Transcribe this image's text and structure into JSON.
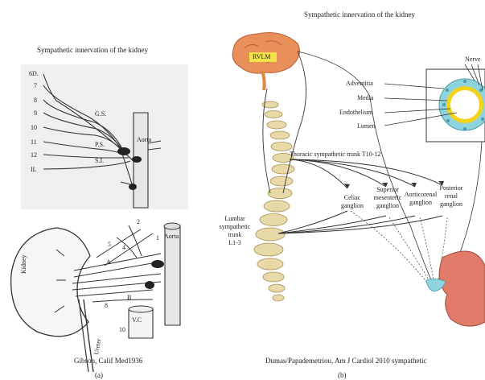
{
  "panel_a": {
    "title": "Sympathetic innervation of the kidney",
    "spine_levels": [
      "6D.",
      "7",
      "8",
      "9",
      "10",
      "11",
      "12",
      "IL"
    ],
    "nerve_labels": {
      "gs": "G.S.",
      "ps": "P.S.",
      "si": "S.I.",
      "aorta_top": "Aorta"
    },
    "lower_labels": {
      "aorta": "Aorta",
      "kidney": "Kidney",
      "vc": "V.C",
      "ureter": "Ureter",
      "a": "A",
      "b": "B",
      "n1": "1",
      "n2": "2",
      "n4": "4",
      "n5": "5",
      "n8": "8",
      "n10": "10"
    },
    "caption": "Gibson, Calif Med1936",
    "panel_label": "(a)"
  },
  "panel_b": {
    "title": "Sympathetic innervation of the kidney",
    "brain_label": "RVLM",
    "trunk_label": "Thoracic sympathetic trunk T10-12",
    "lumbar_label": [
      "Lumbar",
      "sympathetic",
      "trunk",
      "L1-3"
    ],
    "ganglia": [
      [
        "Celiac",
        "ganglion"
      ],
      [
        "Superior",
        "mesenteric",
        "ganglion"
      ],
      [
        "Aorticorenal",
        "ganglion"
      ],
      [
        "Posterior",
        "renal",
        "ganglion"
      ]
    ],
    "vessel_labels": [
      "Adventitia",
      "Media",
      "Endothelium",
      "Lumen"
    ],
    "nerve_label": "Nerve",
    "caption": "Dumas/Papademetriou, Am J Cardiol 2010 sympathetic",
    "panel_label": "(b)"
  },
  "colors": {
    "brain": "#e88f5a",
    "brain_label_bg": "#f3e24a",
    "bone": "#e8d9a8",
    "bone_dark": "#a88e52",
    "kidney": "#e07a6a",
    "vessel_outer": "#8fd3df",
    "vessel_ring": "#f2d31a",
    "sketch": "#333333"
  }
}
